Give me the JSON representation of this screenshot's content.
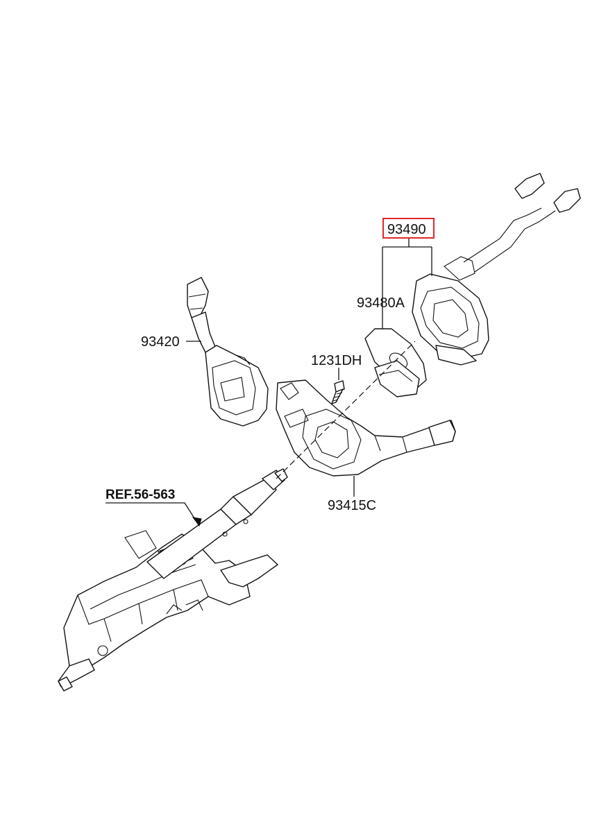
{
  "labels": {
    "main_part": "93490",
    "clock_spring": "93480A",
    "wiper_switch": "93420",
    "screw": "1231DH",
    "light_switch": "93415C",
    "column_ref": "REF.56-563"
  },
  "colors": {
    "highlight_box": "#e0262b",
    "line": "#111111",
    "background": "#ffffff"
  }
}
